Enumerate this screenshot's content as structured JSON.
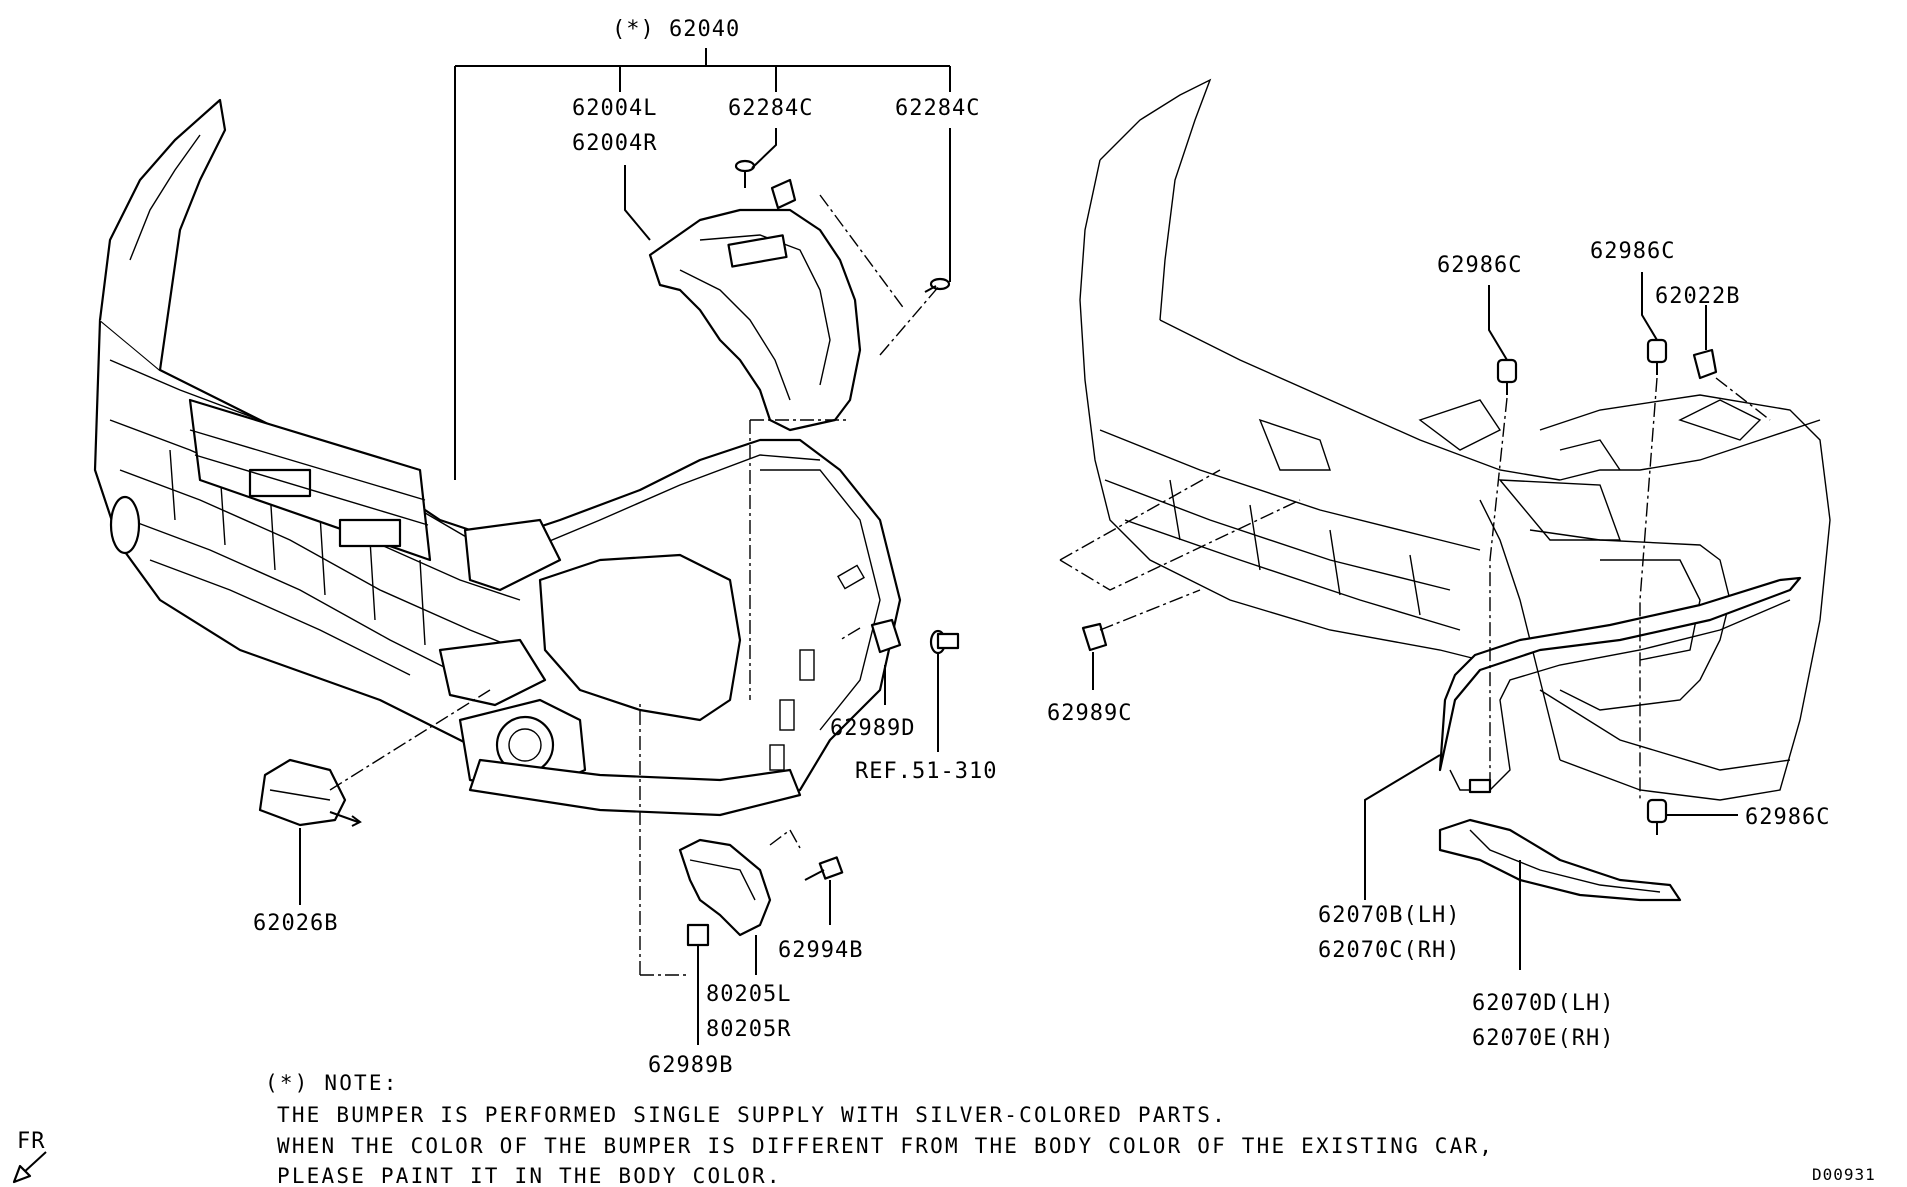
{
  "labels": {
    "assembly": "(*) 62040",
    "p62004l": "62004L",
    "p62004r": "62004R",
    "p62284c_a": "62284C",
    "p62284c_b": "62284C",
    "p62986c_a": "62986C",
    "p62986c_b": "62986C",
    "p62986c_c": "62986C",
    "p62022b": "62022B",
    "p62989d": "62989D",
    "ref": "REF.51-310",
    "p62989c": "62989C",
    "p62026b": "62026B",
    "p62994b": "62994B",
    "p80205l": "80205L",
    "p80205r": "80205R",
    "p62989b": "62989B",
    "p62070b": "62070B(LH)",
    "p62070c": "62070C(RH)",
    "p62070d": "62070D(LH)",
    "p62070e": "62070E(RH)"
  },
  "note": {
    "heading": "(*) NOTE:",
    "line1": "THE BUMPER IS PERFORMED SINGLE SUPPLY WITH SILVER-COLORED PARTS.",
    "line2": "WHEN THE COLOR OF THE BUMPER IS DIFFERENT FROM THE BODY COLOR OF THE EXISTING CAR,",
    "line3": "PLEASE PAINT IT IN THE BODY COLOR."
  },
  "direction": "FR",
  "diagram_id": "D00931",
  "icons": {
    "direction": "front-arrow-icon"
  }
}
